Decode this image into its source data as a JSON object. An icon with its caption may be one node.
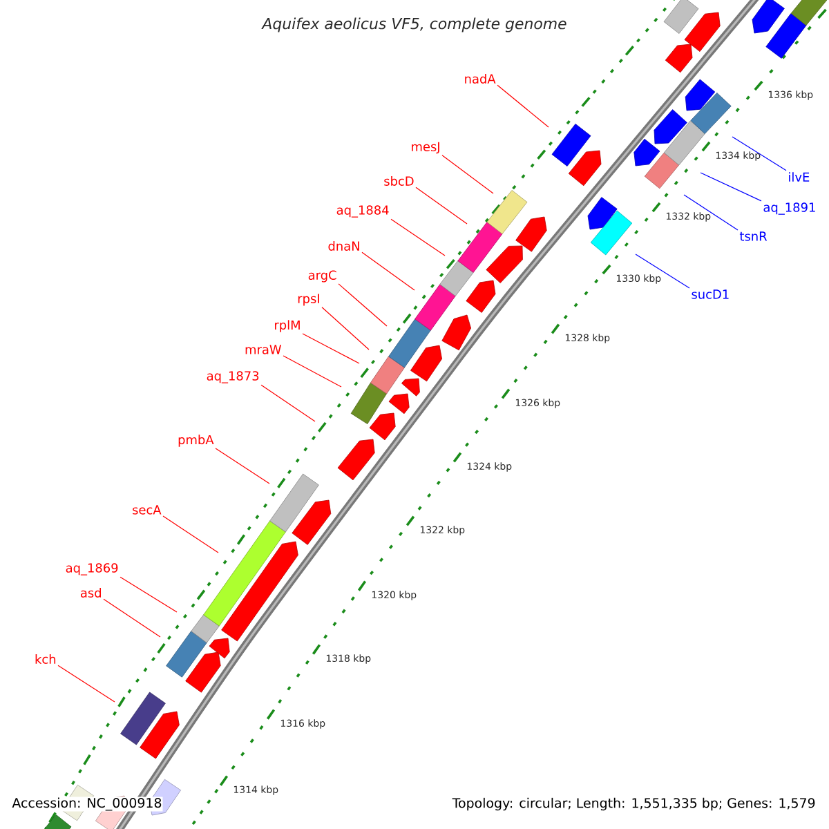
{
  "diagram": {
    "title": "Aquifex aeolicus VF5, complete genome",
    "nodes": [
      {
        "text": [
          "nadA"
        ]
      },
      {
        "text": [
          "mesJ"
        ]
      },
      {
        "text": [
          "ilvE"
        ]
      },
      {
        "text": [
          "sbcD"
        ]
      },
      {
        "text": [
          "aq_1891"
        ]
      },
      {
        "text": [
          "aq_1884"
        ]
      },
      {
        "text": [
          "tsnR"
        ]
      },
      {
        "text": [
          "dnaN"
        ]
      },
      {
        "text": [
          "argC"
        ]
      },
      {
        "text": [
          "sucD1"
        ]
      },
      {
        "text": [
          "rpsI"
        ]
      },
      {
        "text": [
          "rplM"
        ]
      },
      {
        "text": [
          "mraW"
        ]
      },
      {
        "text": [
          "aq_1873"
        ]
      },
      {
        "text": [
          "pmbA"
        ]
      },
      {
        "text": [
          "secA"
        ]
      },
      {
        "text": [
          "aq_1869"
        ]
      },
      {
        "text": [
          "asd"
        ]
      },
      {
        "text": [
          "kch"
        ]
      }
    ],
    "edges": [
      {
        "from": 0,
        "to": null,
        "arrow": "none"
      },
      {
        "from": 1,
        "to": null,
        "arrow": "none"
      },
      {
        "from": 2,
        "to": null,
        "arrow": "none",
        "color": "#0000ff"
      },
      {
        "from": 3,
        "to": null,
        "arrow": "none"
      },
      {
        "from": 4,
        "to": null,
        "arrow": "none",
        "color": "#0000ff"
      },
      {
        "from": 5,
        "to": null,
        "arrow": "none"
      },
      {
        "from": 6,
        "to": null,
        "arrow": "none",
        "color": "#0000ff"
      },
      {
        "from": 7,
        "to": null,
        "arrow": "none"
      },
      {
        "from": 8,
        "to": null,
        "arrow": "none"
      },
      {
        "from": 9,
        "to": null,
        "arrow": "none",
        "color": "#0000ff"
      },
      {
        "from": 10,
        "to": null,
        "arrow": "none"
      },
      {
        "from": 11,
        "to": null,
        "arrow": "none"
      },
      {
        "from": 12,
        "to": null,
        "arrow": "none"
      },
      {
        "from": 13,
        "to": null,
        "arrow": "none"
      },
      {
        "from": 14,
        "to": null,
        "arrow": "none"
      },
      {
        "from": 15,
        "to": null,
        "arrow": "none"
      },
      {
        "from": 16,
        "to": null,
        "arrow": "none"
      },
      {
        "from": 17,
        "to": null,
        "arrow": "none"
      },
      {
        "from": 18,
        "to": null,
        "arrow": "none"
      }
    ],
    "labels": [
      "1336 kbp",
      "1334 kbp",
      "1332 kbp",
      "1330 kbp",
      "1328 kbp",
      "1326 kbp",
      "1324 kbp",
      "1322 kbp",
      "1320 kbp",
      "1318 kbp",
      "1316 kbp",
      "1314 kbp",
      "Accession: NC_000918",
      "Topology: circular; Length: 1,551,335 bp; Genes: 1,579"
    ]
  }
}
